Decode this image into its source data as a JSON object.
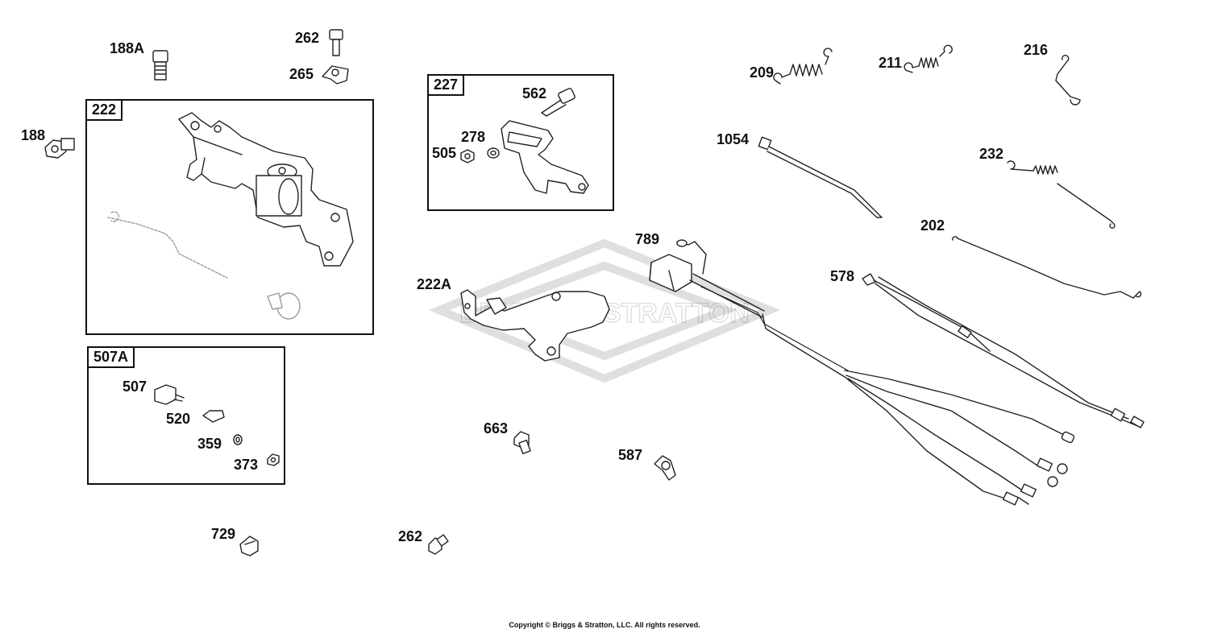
{
  "watermark": {
    "text": "BRIGGS & STRATTON"
  },
  "groups": {
    "g222": "222",
    "g227": "227",
    "g507a": "507A"
  },
  "labels": {
    "p188a": "188A",
    "p262a": "262",
    "p265": "265",
    "p188": "188",
    "p562": "562",
    "p278": "278",
    "p505": "505",
    "p209": "209",
    "p211": "211",
    "p216": "216",
    "p1054": "1054",
    "p232": "232",
    "p202": "202",
    "p789": "789",
    "p578": "578",
    "p222a": "222A",
    "p507": "507",
    "p520": "520",
    "p359": "359",
    "p373": "373",
    "p663": "663",
    "p587": "587",
    "p729": "729",
    "p262b": "262"
  },
  "footer": {
    "copyright": "Copyright © Briggs & Stratton, LLC. All rights reserved."
  }
}
